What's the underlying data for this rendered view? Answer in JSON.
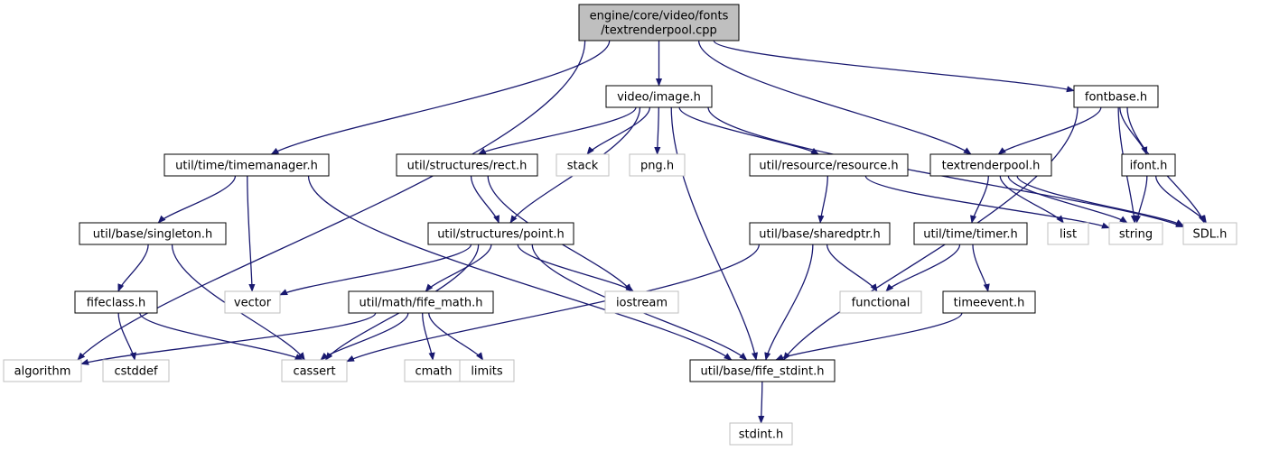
{
  "colors": {
    "edge": "#191970",
    "root_fill": "#bfbfbf",
    "node_border": "#000000",
    "external_border": "#bfbfbf",
    "text": "#000000"
  },
  "nodes": [
    {
      "id": "root",
      "lines": [
        "engine/core/video/fonts",
        "/textrenderpool.cpp"
      ],
      "kind": "root"
    },
    {
      "id": "image",
      "lines": [
        "video/image.h"
      ],
      "kind": "header"
    },
    {
      "id": "fontbase",
      "lines": [
        "fontbase.h"
      ],
      "kind": "header"
    },
    {
      "id": "timemanager",
      "lines": [
        "util/time/timemanager.h"
      ],
      "kind": "header"
    },
    {
      "id": "rect",
      "lines": [
        "util/structures/rect.h"
      ],
      "kind": "header"
    },
    {
      "id": "stack",
      "lines": [
        "stack"
      ],
      "kind": "external"
    },
    {
      "id": "png",
      "lines": [
        "png.h"
      ],
      "kind": "external"
    },
    {
      "id": "resource",
      "lines": [
        "util/resource/resource.h"
      ],
      "kind": "header"
    },
    {
      "id": "textrenderpool",
      "lines": [
        "textrenderpool.h"
      ],
      "kind": "header"
    },
    {
      "id": "ifont",
      "lines": [
        "ifont.h"
      ],
      "kind": "header"
    },
    {
      "id": "singleton",
      "lines": [
        "util/base/singleton.h"
      ],
      "kind": "header"
    },
    {
      "id": "point",
      "lines": [
        "util/structures/point.h"
      ],
      "kind": "header"
    },
    {
      "id": "sharedptr",
      "lines": [
        "util/base/sharedptr.h"
      ],
      "kind": "header"
    },
    {
      "id": "timer",
      "lines": [
        "util/time/timer.h"
      ],
      "kind": "header"
    },
    {
      "id": "list",
      "lines": [
        "list"
      ],
      "kind": "external"
    },
    {
      "id": "string",
      "lines": [
        "string"
      ],
      "kind": "external"
    },
    {
      "id": "sdl",
      "lines": [
        "SDL.h"
      ],
      "kind": "external"
    },
    {
      "id": "fifeclass",
      "lines": [
        "fifeclass.h"
      ],
      "kind": "header"
    },
    {
      "id": "vector",
      "lines": [
        "vector"
      ],
      "kind": "external"
    },
    {
      "id": "fifemath",
      "lines": [
        "util/math/fife_math.h"
      ],
      "kind": "header"
    },
    {
      "id": "iostream",
      "lines": [
        "iostream"
      ],
      "kind": "external"
    },
    {
      "id": "functional",
      "lines": [
        "functional"
      ],
      "kind": "external"
    },
    {
      "id": "timeevent",
      "lines": [
        "timeevent.h"
      ],
      "kind": "header"
    },
    {
      "id": "algorithm",
      "lines": [
        "algorithm"
      ],
      "kind": "external"
    },
    {
      "id": "cstddef",
      "lines": [
        "cstddef"
      ],
      "kind": "external"
    },
    {
      "id": "cassert",
      "lines": [
        "cassert"
      ],
      "kind": "external"
    },
    {
      "id": "cmath",
      "lines": [
        "cmath"
      ],
      "kind": "external"
    },
    {
      "id": "limits",
      "lines": [
        "limits"
      ],
      "kind": "external"
    },
    {
      "id": "fifestdint",
      "lines": [
        "util/base/fife_stdint.h"
      ],
      "kind": "header"
    },
    {
      "id": "stdint",
      "lines": [
        "stdint.h"
      ],
      "kind": "external"
    }
  ],
  "edges": [
    [
      "root",
      "image"
    ],
    [
      "root",
      "fontbase"
    ],
    [
      "root",
      "timemanager"
    ],
    [
      "root",
      "textrenderpool"
    ],
    [
      "root",
      "algorithm"
    ],
    [
      "image",
      "rect"
    ],
    [
      "image",
      "stack"
    ],
    [
      "image",
      "png"
    ],
    [
      "image",
      "resource"
    ],
    [
      "image",
      "sdl"
    ],
    [
      "image",
      "point"
    ],
    [
      "image",
      "fifestdint"
    ],
    [
      "fontbase",
      "textrenderpool"
    ],
    [
      "fontbase",
      "ifont"
    ],
    [
      "fontbase",
      "string"
    ],
    [
      "fontbase",
      "sdl"
    ],
    [
      "fontbase",
      "fifestdint"
    ],
    [
      "timemanager",
      "singleton"
    ],
    [
      "timemanager",
      "vector"
    ],
    [
      "timemanager",
      "fifestdint"
    ],
    [
      "rect",
      "point"
    ],
    [
      "rect",
      "iostream"
    ],
    [
      "resource",
      "sharedptr"
    ],
    [
      "resource",
      "string"
    ],
    [
      "textrenderpool",
      "timer"
    ],
    [
      "textrenderpool",
      "list"
    ],
    [
      "textrenderpool",
      "string"
    ],
    [
      "textrenderpool",
      "sdl"
    ],
    [
      "ifont",
      "string"
    ],
    [
      "ifont",
      "sdl"
    ],
    [
      "singleton",
      "fifeclass"
    ],
    [
      "singleton",
      "cassert"
    ],
    [
      "point",
      "vector"
    ],
    [
      "point",
      "fifemath"
    ],
    [
      "point",
      "iostream"
    ],
    [
      "point",
      "cassert"
    ],
    [
      "point",
      "fifestdint"
    ],
    [
      "sharedptr",
      "functional"
    ],
    [
      "sharedptr",
      "cassert"
    ],
    [
      "sharedptr",
      "fifestdint"
    ],
    [
      "timer",
      "functional"
    ],
    [
      "timer",
      "timeevent"
    ],
    [
      "fifeclass",
      "cstddef"
    ],
    [
      "fifeclass",
      "cassert"
    ],
    [
      "fifemath",
      "algorithm"
    ],
    [
      "fifemath",
      "cassert"
    ],
    [
      "fifemath",
      "cmath"
    ],
    [
      "fifemath",
      "limits"
    ],
    [
      "timeevent",
      "fifestdint"
    ],
    [
      "fifestdint",
      "stdint"
    ]
  ]
}
